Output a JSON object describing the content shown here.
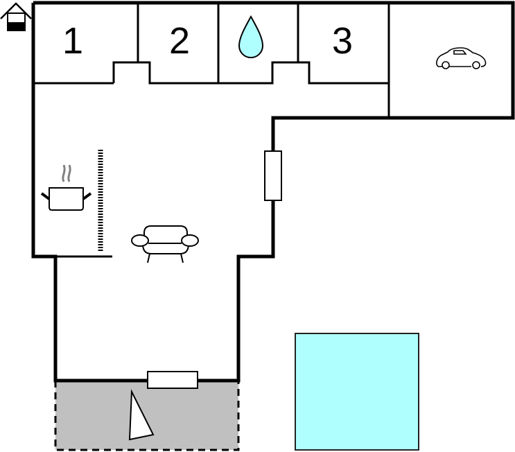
{
  "floorplan": {
    "rooms": [
      {
        "id": "bedroom-1",
        "label": "1"
      },
      {
        "id": "bedroom-2",
        "label": "2"
      },
      {
        "id": "bathroom",
        "label": "",
        "icon": "water-drop-icon"
      },
      {
        "id": "bedroom-3",
        "label": "3"
      },
      {
        "id": "garage",
        "label": "",
        "icon": "car-icon"
      },
      {
        "id": "kitchen-living",
        "label": "",
        "icons": [
          "cooking-pot-icon",
          "sofa-icon"
        ]
      },
      {
        "id": "terrace",
        "label": "",
        "icon": "sun-umbrella-icon"
      },
      {
        "id": "pool",
        "label": ""
      }
    ],
    "legend_icon": "house-entrance-icon",
    "colors": {
      "wall": "#000000",
      "water": "#b0ffff",
      "terrace": "#c0c0c0",
      "background": "#ffffff",
      "steam": "#808080"
    }
  }
}
